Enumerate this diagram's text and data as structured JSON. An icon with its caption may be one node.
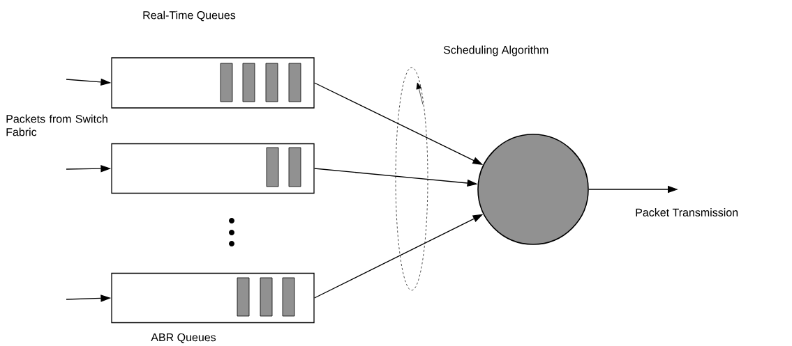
{
  "diagram": {
    "nodes": [
      {
        "text": [],
        "shape": "box"
      },
      {
        "text": [],
        "shape": "box"
      },
      {
        "text": [],
        "shape": "box"
      },
      {
        "text": [],
        "shape": "circle"
      }
    ],
    "edges": [
      {
        "from": null,
        "to": 0,
        "arrow": "to"
      },
      {
        "from": null,
        "to": 1,
        "arrow": "to"
      },
      {
        "from": null,
        "to": 2,
        "arrow": "to"
      },
      {
        "from": 0,
        "to": 3,
        "arrow": "to"
      },
      {
        "from": 1,
        "to": 3,
        "arrow": "to"
      },
      {
        "from": 2,
        "to": 3,
        "arrow": "to"
      },
      {
        "from": 3,
        "to": null,
        "arrow": "to"
      }
    ],
    "labels": [
      "Real-Time Queues",
      "Packets from Switch Fabric",
      "Scheduling Algorithm",
      "Packet Transmission",
      "ABR Queues"
    ]
  }
}
